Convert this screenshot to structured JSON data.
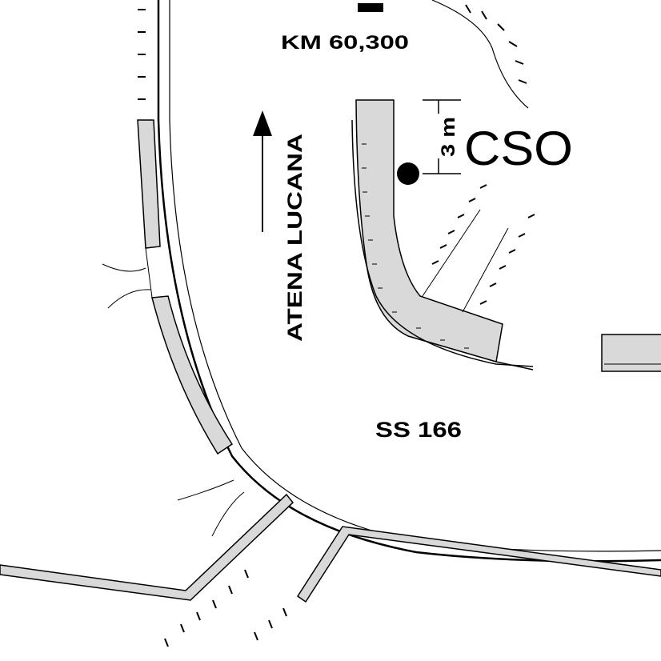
{
  "map": {
    "labels": {
      "km_marker": "KM 60,300",
      "direction_town": "ATENA LUCANA",
      "road_name": "SS 166",
      "station_name": "CSO",
      "distance": "3 m"
    },
    "icons": {
      "direction_arrow": "arrow-up-icon",
      "station_marker": "filled-circle-icon",
      "km_marker": "black-bar-icon"
    },
    "colors": {
      "background": "#ffffff",
      "lines": "#000000",
      "road_fill": "#d9d9d9"
    }
  }
}
